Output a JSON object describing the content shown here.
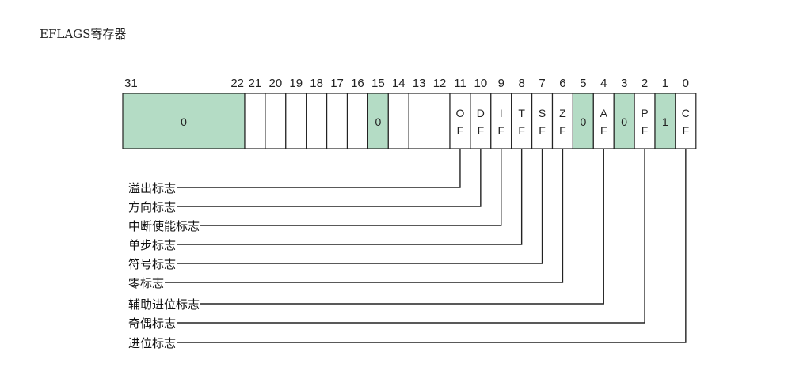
{
  "title": "EFLAGS寄存器",
  "colors": {
    "reserved": "#b4dcc5",
    "normal": "#ffffff",
    "line": "#222222"
  },
  "cells": [
    {
      "bits": [
        "31",
        "22"
      ],
      "span": 10,
      "text": "0",
      "reserved": true
    },
    {
      "bits": [
        "21"
      ],
      "span": 1,
      "text": "",
      "reserved": false
    },
    {
      "bits": [
        "20"
      ],
      "span": 1,
      "text": "",
      "reserved": false
    },
    {
      "bits": [
        "19"
      ],
      "span": 1,
      "text": "",
      "reserved": false
    },
    {
      "bits": [
        "18"
      ],
      "span": 1,
      "text": "",
      "reserved": false
    },
    {
      "bits": [
        "17"
      ],
      "span": 1,
      "text": "",
      "reserved": false
    },
    {
      "bits": [
        "16"
      ],
      "span": 1,
      "text": "",
      "reserved": false
    },
    {
      "bits": [
        "15"
      ],
      "span": 1,
      "text": "0",
      "reserved": true
    },
    {
      "bits": [
        "14"
      ],
      "span": 1,
      "text": "",
      "reserved": false
    },
    {
      "bits": [
        "13",
        "12"
      ],
      "span": 2,
      "text": "",
      "reserved": false
    },
    {
      "bits": [
        "11"
      ],
      "span": 1,
      "text": "OF",
      "reserved": false
    },
    {
      "bits": [
        "10"
      ],
      "span": 1,
      "text": "DF",
      "reserved": false
    },
    {
      "bits": [
        "9"
      ],
      "span": 1,
      "text": "IF",
      "reserved": false
    },
    {
      "bits": [
        "8"
      ],
      "span": 1,
      "text": "TF",
      "reserved": false
    },
    {
      "bits": [
        "7"
      ],
      "span": 1,
      "text": "SF",
      "reserved": false
    },
    {
      "bits": [
        "6"
      ],
      "span": 1,
      "text": "ZF",
      "reserved": false
    },
    {
      "bits": [
        "5"
      ],
      "span": 1,
      "text": "0",
      "reserved": true
    },
    {
      "bits": [
        "4"
      ],
      "span": 1,
      "text": "AF",
      "reserved": false
    },
    {
      "bits": [
        "3"
      ],
      "span": 1,
      "text": "0",
      "reserved": true
    },
    {
      "bits": [
        "2"
      ],
      "span": 1,
      "text": "PF",
      "reserved": false
    },
    {
      "bits": [
        "1"
      ],
      "span": 1,
      "text": "1",
      "reserved": true
    },
    {
      "bits": [
        "0"
      ],
      "span": 1,
      "text": "CF",
      "reserved": false
    }
  ],
  "flags": [
    {
      "bit": "11",
      "label": "溢出标志"
    },
    {
      "bit": "10",
      "label": "方向标志"
    },
    {
      "bit": "9",
      "label": "中断使能标志"
    },
    {
      "bit": "8",
      "label": "单步标志"
    },
    {
      "bit": "7",
      "label": "符号标志"
    },
    {
      "bit": "6",
      "label": "零标志"
    },
    {
      "bit": "4",
      "label": "辅助进位标志"
    },
    {
      "bit": "2",
      "label": "奇偶标志"
    },
    {
      "bit": "0",
      "label": "进位标志"
    }
  ]
}
